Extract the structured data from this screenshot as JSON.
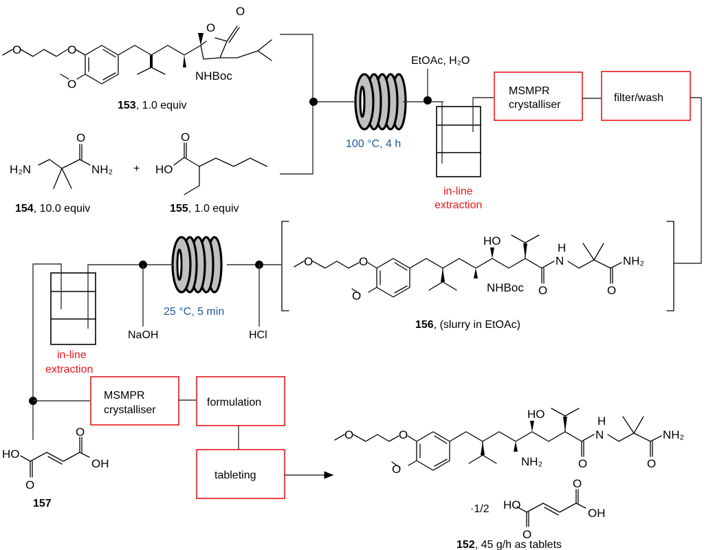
{
  "compounds": {
    "c153": {
      "number": "153",
      "note": ", 1.0 equiv",
      "atoms": {
        "o_ring": "O",
        "o_carbonyl": "O",
        "o_ether1": "O",
        "o_ether2": "O",
        "o_methoxy": "O",
        "nhboc": "NHBoc"
      }
    },
    "c154": {
      "number": "154",
      "note": ", 10.0 equiv",
      "atoms": {
        "h2n": "H₂N",
        "nh2": "NH₂",
        "o": "O"
      }
    },
    "c155": {
      "number": "155",
      "note": ", 1.0 equiv",
      "atoms": {
        "ho": "HO",
        "o": "O"
      }
    },
    "plus": "+",
    "c156": {
      "number": "156",
      "note": ", (slurry in EtOAc)",
      "atoms": {
        "o_ether1": "O",
        "o_ether2": "O",
        "o_methoxy": "O",
        "nhboc": "NHBoc",
        "ho": "HO",
        "h": "H",
        "n": "N",
        "nh2": "NH₂",
        "o_amide1": "O",
        "o_amide2": "O"
      }
    },
    "c157": {
      "number": "157",
      "atoms": {
        "ho": "HO",
        "oh": "OH",
        "o1": "O",
        "o2": "O"
      }
    },
    "c152": {
      "number": "152",
      "note": ", 45 g/h as tablets",
      "salt_ratio": "·1/2",
      "atoms": {
        "o_ether1": "O",
        "o_ether2": "O",
        "o_methoxy": "O",
        "nh2_amine": "NH₂",
        "ho": "HO",
        "h": "H",
        "n": "N",
        "nh2": "NH₂",
        "o_amide1": "O",
        "o_amide2": "O",
        "fum_ho": "HO",
        "fum_oh": "OH",
        "fum_o1": "O",
        "fum_o2": "O"
      }
    }
  },
  "process": {
    "reactor1_conditions": "100 °C, 4 h",
    "reactor2_conditions": "25 °C, 5 min",
    "reagent_extraction1": "EtOAc, H₂O",
    "reagent_naoh": "NaOH",
    "reagent_hcl": "HCl",
    "extraction_label_line1": "in-line",
    "extraction_label_line2": "extraction",
    "units": {
      "msmpr1_line1": "MSMPR",
      "msmpr1_line2": "crystalliser",
      "filter_wash": "filter/wash",
      "msmpr2_line1": "MSMPR",
      "msmpr2_line2": "crystalliser",
      "formulation": "formulation",
      "tableting": "tableting"
    }
  },
  "colors": {
    "unit_border": "#e8161b",
    "condition_text": "#1f5a9a",
    "extraction_label": "#e8161b",
    "coil_fill": "#c0c0c0"
  }
}
